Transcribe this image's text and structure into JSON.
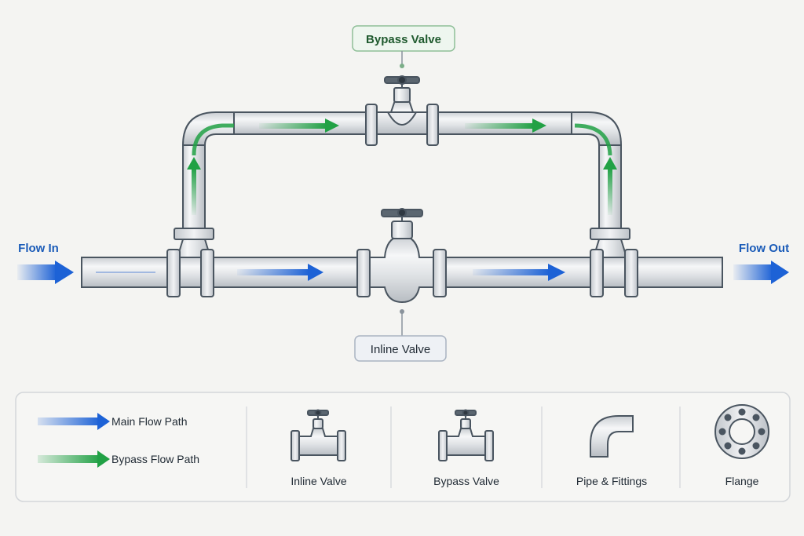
{
  "labels": {
    "flow_in": "Flow In",
    "flow_out": "Flow Out",
    "bypass_valve": "Bypass Valve",
    "inline_valve": "Inline Valve"
  },
  "legend": {
    "main_flow": "Main Flow Path",
    "bypass_flow": "Bypass Flow Path",
    "items": [
      {
        "label": "Inline Valve",
        "icon": "inline-valve-icon"
      },
      {
        "label": "Bypass Valve",
        "icon": "bypass-valve-icon"
      },
      {
        "label": "Pipe & Fittings",
        "icon": "pipe-elbow-icon"
      },
      {
        "label": "Flange",
        "icon": "flange-icon"
      }
    ]
  },
  "colors": {
    "main_flow": "#1d62d6",
    "bypass_flow": "#21a145",
    "label_text": "#1a5bb8",
    "bypass_label_border": "#8fbf98",
    "bypass_label_bg": "#eef6ef",
    "bypass_label_text": "#1f5a2e",
    "inline_label_border": "#aab4c2",
    "inline_label_bg": "#eef1f5",
    "pipe_stroke": "#4a5560",
    "pipe_fill": "#dcdfe3"
  }
}
